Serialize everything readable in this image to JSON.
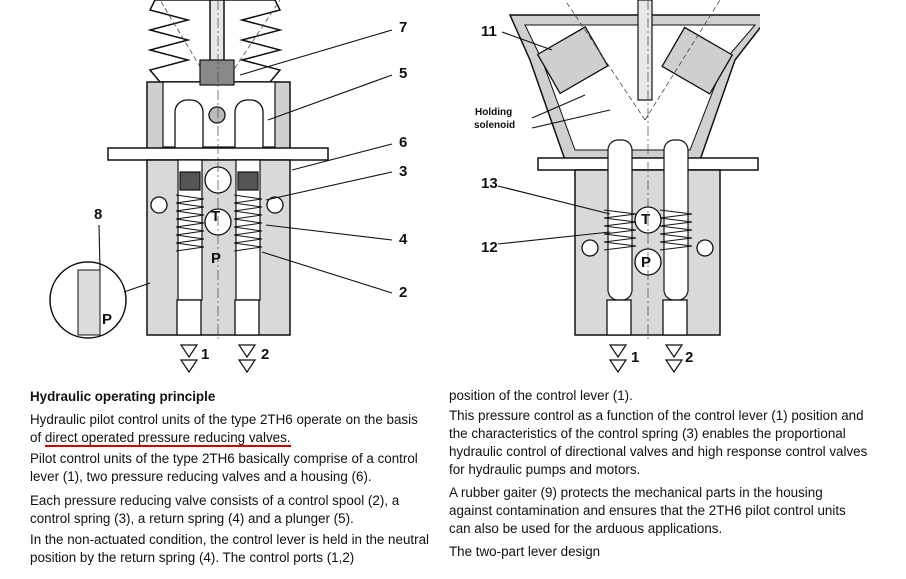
{
  "figure_left": {
    "callouts": [
      "7",
      "5",
      "6",
      "3",
      "4",
      "2",
      "8"
    ],
    "port_labels": [
      "T",
      "P",
      "P"
    ],
    "outlets": [
      "1",
      "2"
    ]
  },
  "figure_right": {
    "callouts": [
      "11",
      "13",
      "12"
    ],
    "holding_solenoid_line1": "Holding",
    "holding_solenoid_line2": "solenoid",
    "port_labels": [
      "T",
      "P"
    ],
    "outlets": [
      "1",
      "2"
    ]
  },
  "left_column": {
    "heading": "Hydraulic operating principle",
    "p1_before": "Hydraulic pilot control units of the type 2TH6 operate on the basis of ",
    "p1_underlined": "direct operated pressure reducing valves.",
    "p2": "Pilot control units of the type 2TH6 basically comprise of a control lever (1), two pressure reducing valves and a housing (6).",
    "p3": "Each pressure reducing valve consists of a control spool (2), a control spring (3), a return spring (4) and a plunger (5).",
    "p4": "In the non-actuated condition, the control lever is held in the neutral position by the return spring (4). The control ports (1,2)"
  },
  "right_column": {
    "p1": "position of the control lever (1).",
    "p2": "This pressure control as a function of the control lever (1) position and the characteristics of the control spring (3) enables the proportional hydraulic control of directional valves and high response control valves for hydraulic pumps and motors.",
    "p3": "A rubber gaiter (9) protects the mechanical parts in the housing against contamination and ensures that the 2TH6 pilot control units can also be used for the arduous applications.",
    "p4": "The two-part lever design"
  }
}
